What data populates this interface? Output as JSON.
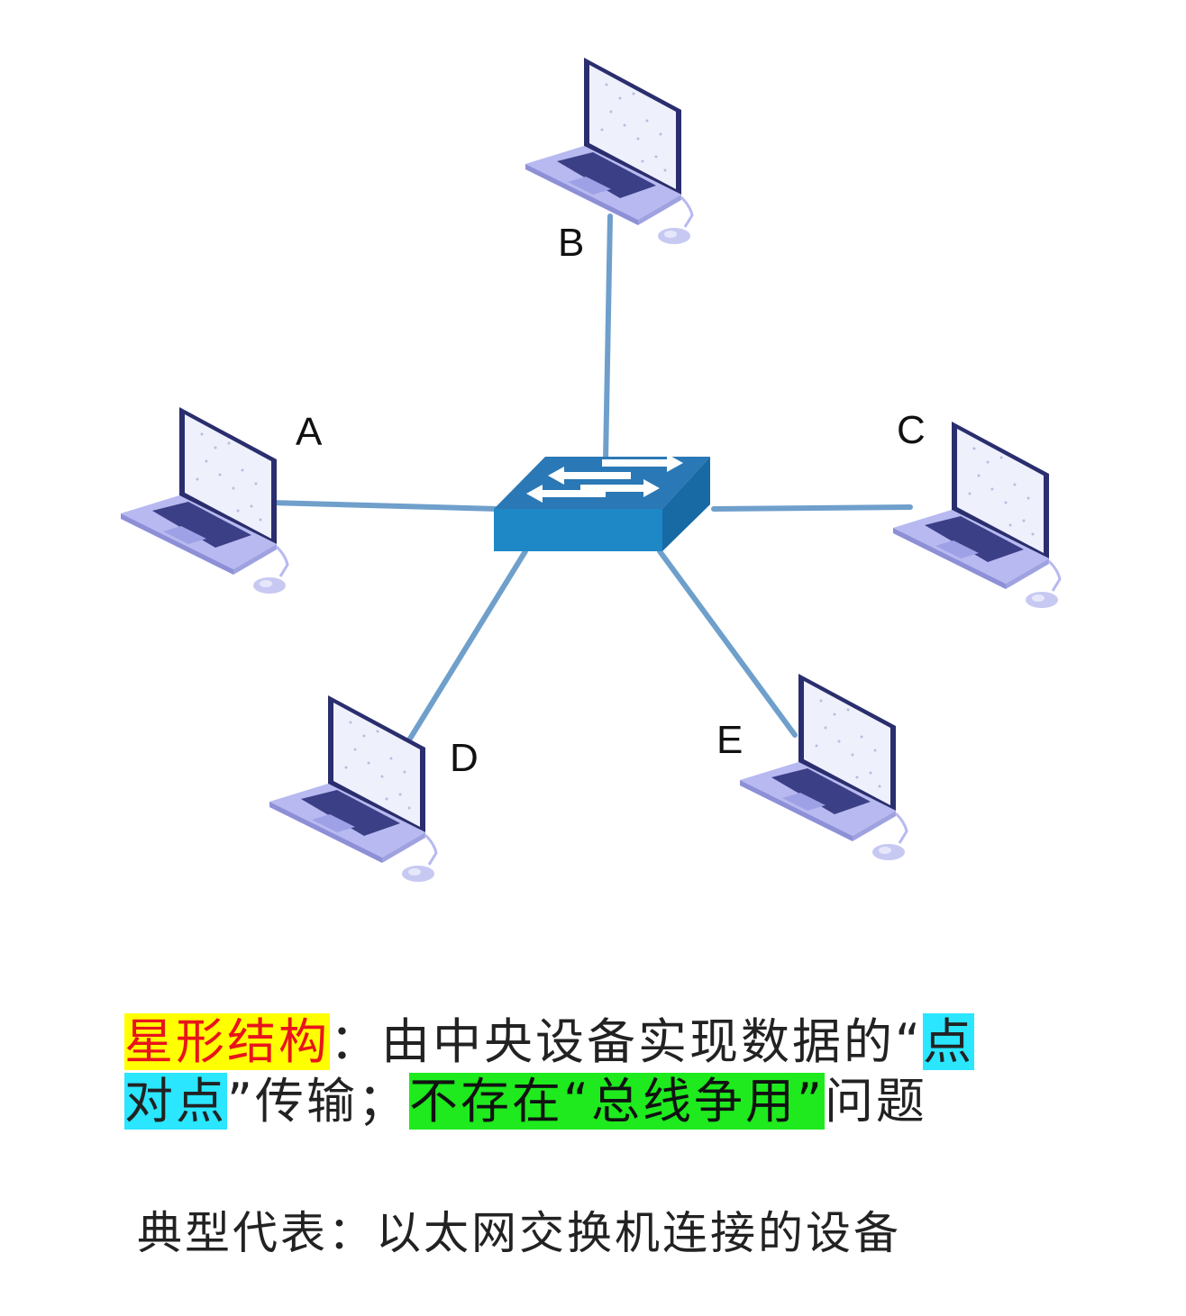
{
  "nodes": {
    "a": "A",
    "b": "B",
    "c": "C",
    "d": "D",
    "e": "E"
  },
  "colors": {
    "link": "#6f9fcb",
    "switch_top": "#2a78b6",
    "switch_front": "#1e88c6",
    "switch_side": "#176aa3",
    "laptop_body": "#b7b9f0",
    "laptop_screen": "#eef0fb",
    "laptop_frame": "#2a2e6e",
    "highlight_yellow": "#ffff00",
    "highlight_cyan": "#2ae6ff",
    "highlight_green": "#1eea1e"
  },
  "icons": [
    "laptop-icon",
    "switch-icon",
    "mouse-icon"
  ],
  "caption": {
    "term": "星形结构",
    "sep": "：由中央设备实现数据的“",
    "p2p_a": "点",
    "p2p_b": "对点",
    "after_p2p": "”传输；",
    "no_contention": "不存在“总线争用”",
    "tail": "问题",
    "example": "典型代表：以太网交换机连接的设备"
  }
}
